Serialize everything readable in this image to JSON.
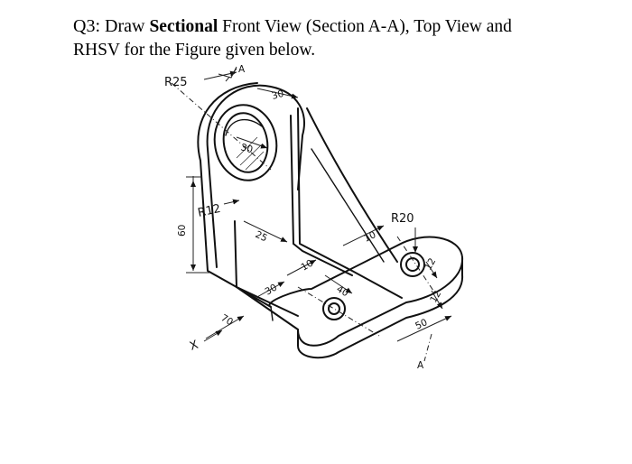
{
  "question": {
    "prefix": "Q3: Draw ",
    "bold": "Sectional",
    "rest_line1": " Front View (Section A-A), Top View and",
    "line2": "RHSV for the Figure given below."
  },
  "figure": {
    "labels": {
      "r25": "R25",
      "d30_top": "30",
      "d30_hole": "30",
      "r12": "R12",
      "d60": "60",
      "d25": "25",
      "d10_web": "10",
      "d10_rib": "10",
      "d30_base": "30",
      "d40": "40",
      "r20": "R20",
      "d12_a": "12",
      "d12_b": "12",
      "d50": "50",
      "d70": "70",
      "x": "X",
      "a_top": "A",
      "a_bottom": "A"
    }
  }
}
